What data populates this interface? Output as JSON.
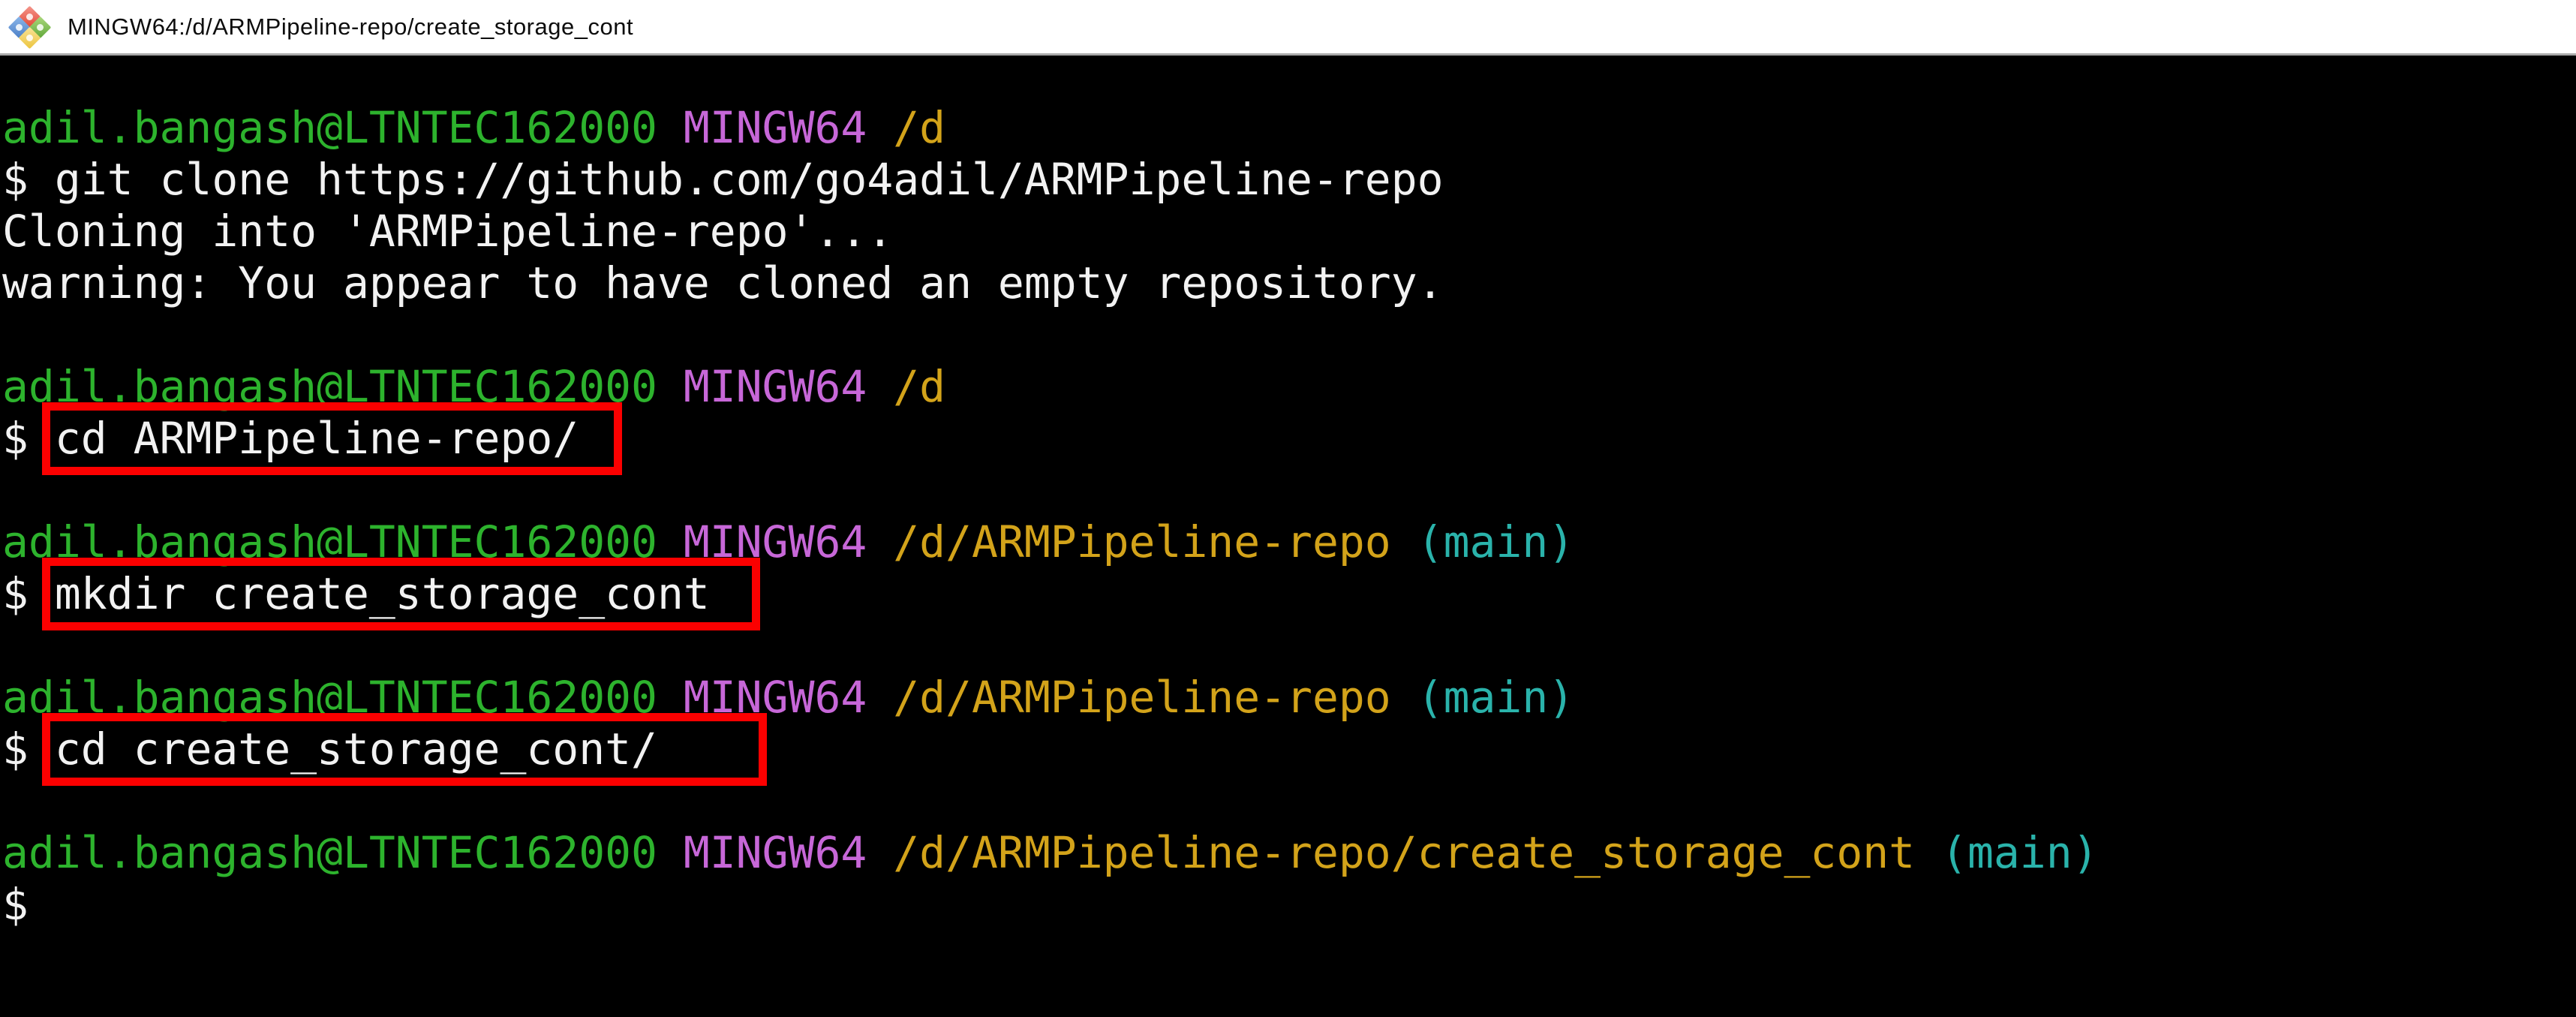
{
  "window": {
    "title": "MINGW64:/d/ARMPipeline-repo/create_storage_cont",
    "icon": "git-bash-msys-diamond-icon"
  },
  "colors": {
    "titlebar_bg": "#ffffff",
    "titlebar_text": "#0d0d0d",
    "terminal_bg": "#000000",
    "white": "#f2f2f2",
    "green": "#2db32d",
    "magenta": "#c767d8",
    "yellow": "#d3a31a",
    "cyan": "#2ab3ab",
    "red_box": "#fb0000"
  },
  "terminal": {
    "prompt": {
      "user_host": "adil.bangash@LTNTEC162000",
      "platform": "MINGW64"
    },
    "lines": [
      [
        {
          "t": "adil.bangash@LTNTEC162000",
          "c": "green",
          "n": "prompt-user-host"
        },
        {
          "t": " ",
          "c": "white"
        },
        {
          "t": "MINGW64",
          "c": "magenta",
          "n": "prompt-platform"
        },
        {
          "t": " ",
          "c": "white"
        },
        {
          "t": "/d",
          "c": "yellow",
          "n": "prompt-path"
        }
      ],
      [
        {
          "t": "$ git clone https://github.com/go4adil/ARMPipeline-repo",
          "c": "white",
          "n": "command-git-clone"
        }
      ],
      [
        {
          "t": "Cloning into 'ARMPipeline-repo'...",
          "c": "white",
          "n": "output-cloning"
        }
      ],
      [
        {
          "t": "warning: You appear to have cloned an empty repository.",
          "c": "white",
          "n": "output-warning"
        }
      ],
      [],
      [
        {
          "t": "adil.bangash@LTNTEC162000",
          "c": "green",
          "n": "prompt-user-host"
        },
        {
          "t": " ",
          "c": "white"
        },
        {
          "t": "MINGW64",
          "c": "magenta",
          "n": "prompt-platform"
        },
        {
          "t": " ",
          "c": "white"
        },
        {
          "t": "/d",
          "c": "yellow",
          "n": "prompt-path"
        }
      ],
      [
        {
          "t": "$ ",
          "c": "white",
          "n": "prompt-dollar"
        },
        {
          "t": "cd ARMPipeline-repo/",
          "c": "white",
          "box": "box-1",
          "n": "command-cd-repo"
        }
      ],
      [],
      [
        {
          "t": "adil.bangash@LTNTEC162000",
          "c": "green",
          "n": "prompt-user-host"
        },
        {
          "t": " ",
          "c": "white"
        },
        {
          "t": "MINGW64",
          "c": "magenta",
          "n": "prompt-platform"
        },
        {
          "t": " ",
          "c": "white"
        },
        {
          "t": "/d/ARMPipeline-repo",
          "c": "yellow",
          "n": "prompt-path"
        },
        {
          "t": " ",
          "c": "white"
        },
        {
          "t": "(main)",
          "c": "cyan",
          "n": "prompt-git-branch"
        }
      ],
      [
        {
          "t": "$ ",
          "c": "white",
          "n": "prompt-dollar"
        },
        {
          "t": "mkdir create_storage_cont",
          "c": "white",
          "box": "box-2",
          "n": "command-mkdir"
        }
      ],
      [],
      [
        {
          "t": "adil.bangash@LTNTEC162000",
          "c": "green",
          "n": "prompt-user-host"
        },
        {
          "t": " ",
          "c": "white"
        },
        {
          "t": "MINGW64",
          "c": "magenta",
          "n": "prompt-platform"
        },
        {
          "t": " ",
          "c": "white"
        },
        {
          "t": "/d/ARMPipeline-repo",
          "c": "yellow",
          "n": "prompt-path"
        },
        {
          "t": " ",
          "c": "white"
        },
        {
          "t": "(main)",
          "c": "cyan",
          "n": "prompt-git-branch"
        }
      ],
      [
        {
          "t": "$ ",
          "c": "white",
          "n": "prompt-dollar"
        },
        {
          "t": "cd create_storage_cont/",
          "c": "white",
          "box": "box-3",
          "n": "command-cd-storage-cont"
        }
      ],
      [],
      [
        {
          "t": "adil.bangash@LTNTEC162000",
          "c": "green",
          "n": "prompt-user-host"
        },
        {
          "t": " ",
          "c": "white"
        },
        {
          "t": "MINGW64",
          "c": "magenta",
          "n": "prompt-platform"
        },
        {
          "t": " ",
          "c": "white"
        },
        {
          "t": "/d/ARMPipeline-repo/create_storage_cont",
          "c": "yellow",
          "n": "prompt-path"
        },
        {
          "t": " ",
          "c": "white"
        },
        {
          "t": "(main)",
          "c": "cyan",
          "n": "prompt-git-branch"
        }
      ],
      [
        {
          "t": "$",
          "c": "white",
          "n": "prompt-dollar"
        }
      ]
    ]
  }
}
